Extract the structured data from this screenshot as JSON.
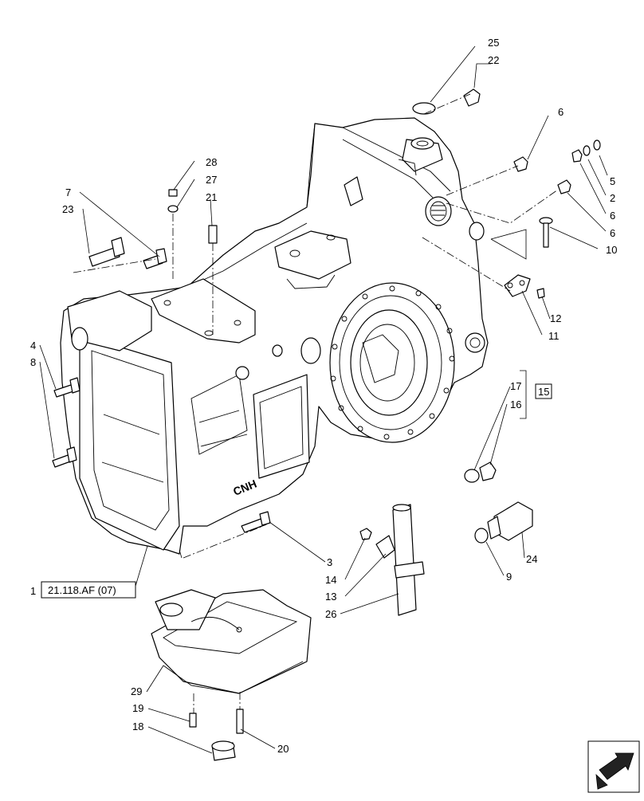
{
  "callouts": [
    {
      "id": "c25",
      "label": "25"
    },
    {
      "id": "c22",
      "label": "22"
    },
    {
      "id": "c6a",
      "label": "6"
    },
    {
      "id": "c5",
      "label": "5"
    },
    {
      "id": "c2",
      "label": "2"
    },
    {
      "id": "c6b",
      "label": "6"
    },
    {
      "id": "c6c",
      "label": "6"
    },
    {
      "id": "c10",
      "label": "10"
    },
    {
      "id": "c12",
      "label": "12"
    },
    {
      "id": "c11",
      "label": "11"
    },
    {
      "id": "c17",
      "label": "17"
    },
    {
      "id": "c16",
      "label": "16"
    },
    {
      "id": "c24",
      "label": "24"
    },
    {
      "id": "c9",
      "label": "9"
    },
    {
      "id": "c28",
      "label": "28"
    },
    {
      "id": "c27",
      "label": "27"
    },
    {
      "id": "c21",
      "label": "21"
    },
    {
      "id": "c7",
      "label": "7"
    },
    {
      "id": "c23",
      "label": "23"
    },
    {
      "id": "c4",
      "label": "4"
    },
    {
      "id": "c8",
      "label": "8"
    },
    {
      "id": "c3",
      "label": "3"
    },
    {
      "id": "c14",
      "label": "14"
    },
    {
      "id": "c13",
      "label": "13"
    },
    {
      "id": "c26",
      "label": "26"
    },
    {
      "id": "c1",
      "label": "1"
    },
    {
      "id": "c29",
      "label": "29"
    },
    {
      "id": "c19",
      "label": "19"
    },
    {
      "id": "c18",
      "label": "18"
    },
    {
      "id": "c20",
      "label": "20"
    }
  ],
  "boxed_labels": {
    "group": "15",
    "reference": "21.118.AF (07)"
  },
  "casting_mark": "CNH",
  "icons": [
    "nav-arrow-icon"
  ]
}
